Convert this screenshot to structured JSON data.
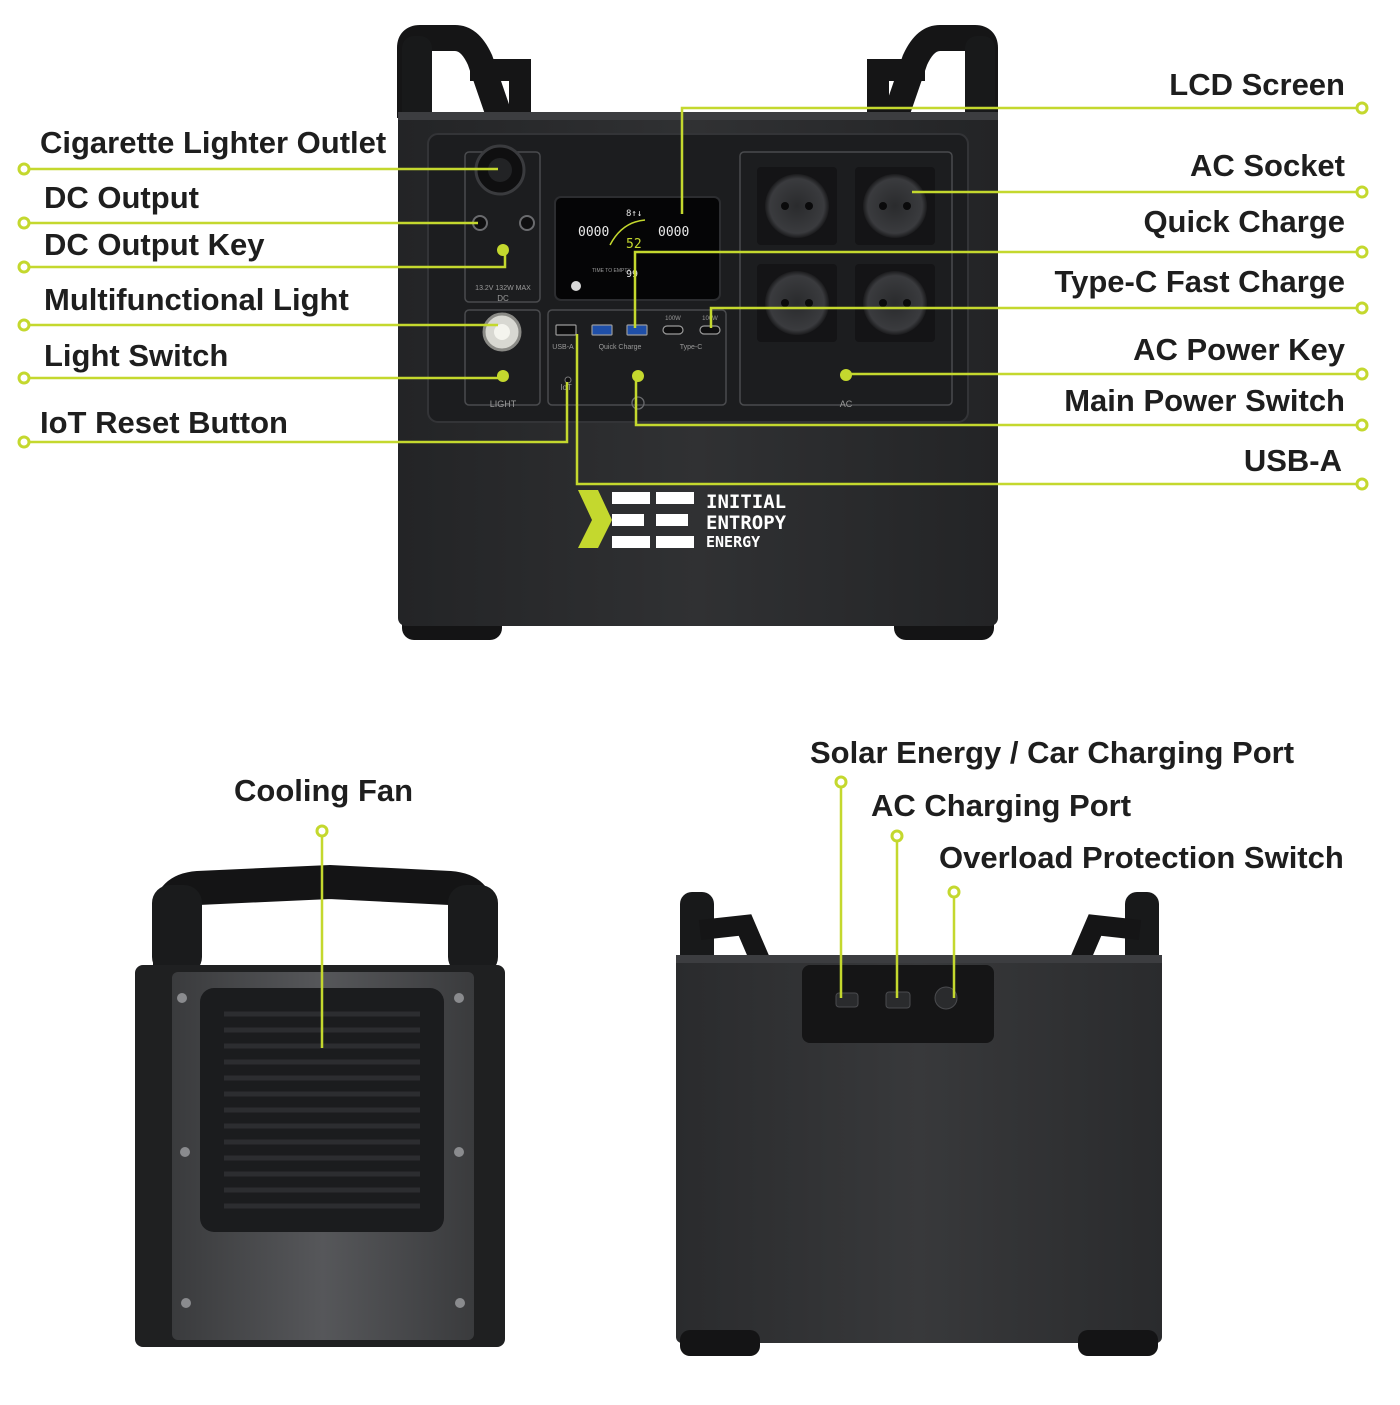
{
  "colors": {
    "accent": "#c4d82e",
    "body": "#2b2c2e",
    "body_dark": "#1c1d1f",
    "text": "#1e1e1e"
  },
  "front_labels_left": [
    "Cigarette Lighter Outlet",
    "DC Output",
    "DC Output Key",
    "Multifunctional Light",
    "Light Switch",
    "IoT Reset Button"
  ],
  "front_labels_right": [
    "LCD Screen",
    "AC Socket",
    "Quick Charge",
    "Type-C Fast Charge",
    "AC Power Key",
    "Main Power Switch",
    "USB-A"
  ],
  "side_labels": [
    "Cooling Fan"
  ],
  "back_labels": [
    "Solar Energy / Car Charging Port",
    "AC Charging Port",
    "Overload Protection Switch"
  ],
  "panel_text": {
    "dc_spec": "13.2V 132W MAX",
    "dc": "DC",
    "light": "LIGHT",
    "usb": "USB-A",
    "quick_charge": "Quick Charge",
    "type_c": "Type-C",
    "typec_watt_1": "100W",
    "typec_watt_2": "100W",
    "iot": "IoT",
    "ac": "AC"
  },
  "lcd": {
    "input": "0000",
    "output": "0000",
    "percent": "52",
    "time_label": "TIME TO EMPTY",
    "time_value": "99"
  },
  "brand": {
    "line1": "INITIAL",
    "line2": "ENTROPY",
    "line3": "ENERGY"
  }
}
